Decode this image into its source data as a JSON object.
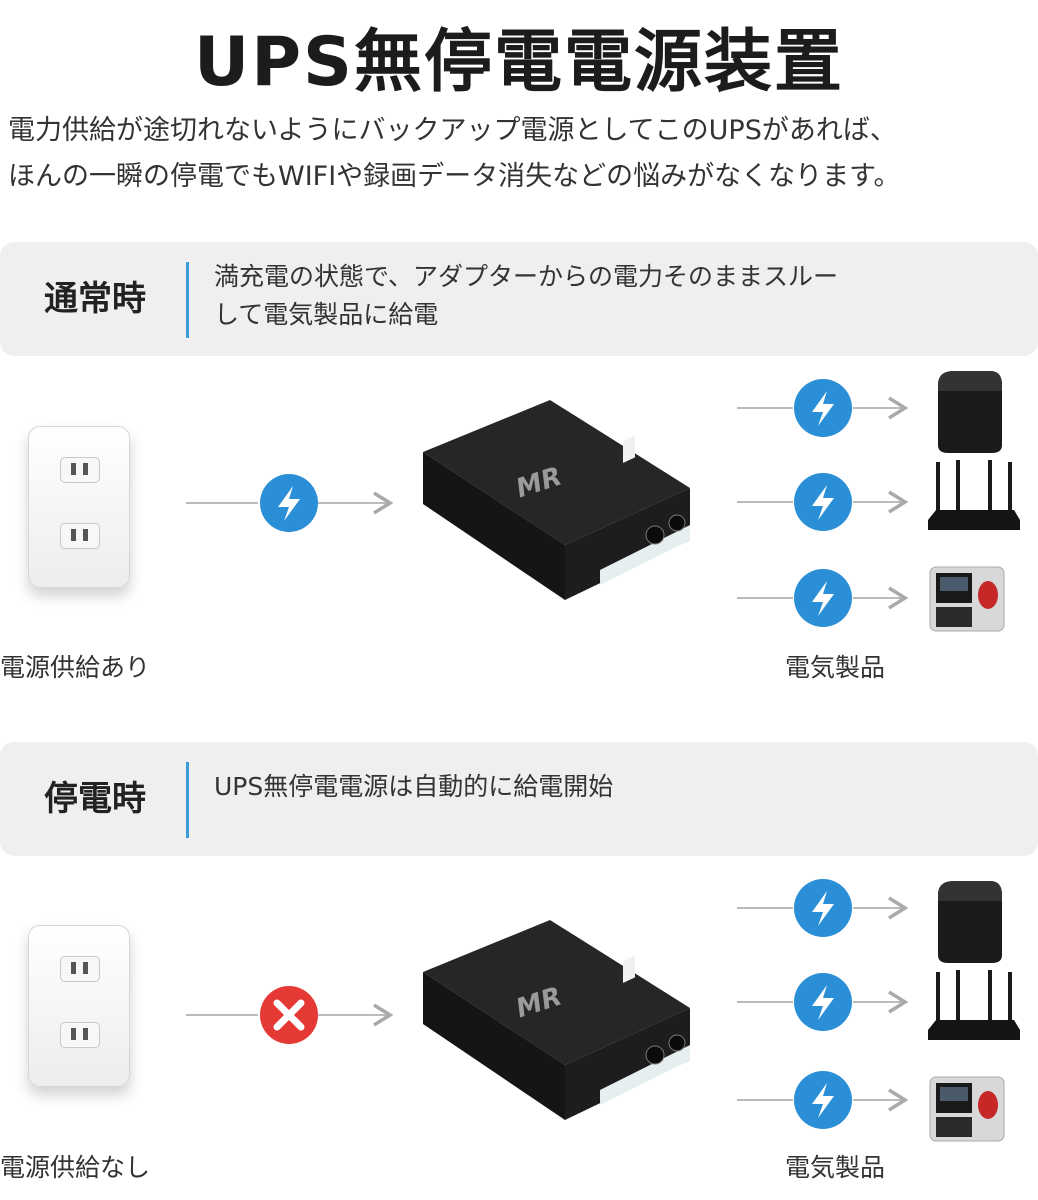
{
  "header": {
    "title": "UPS無停電電源装置",
    "intro_line1": "電力供給が途切れないようにバックアップ電源としてこのUPSがあれば、",
    "intro_line2": "ほんの一瞬の停電でもWIFIや録画データ消失などの悩みがなくなります。"
  },
  "sections": [
    {
      "label": "通常時",
      "desc_line1": "満充電の状態で、アダプターからの電力そのままスルー",
      "desc_line2": "して電気製品に給電",
      "source_caption": "電源供給あり",
      "source_status": "power-ok-icon",
      "devices_caption": "電気製品"
    },
    {
      "label": "停電時",
      "desc_line1": "UPS無停電電源は自動的に給電開始",
      "source_caption": "電源供給なし",
      "source_status": "power-cut-icon",
      "devices_caption": "電気製品"
    }
  ],
  "ups_brand": "MR",
  "colors": {
    "accent_blue": "#3c9ad6",
    "cut_red": "#e53935",
    "band_bg": "#efefef"
  }
}
